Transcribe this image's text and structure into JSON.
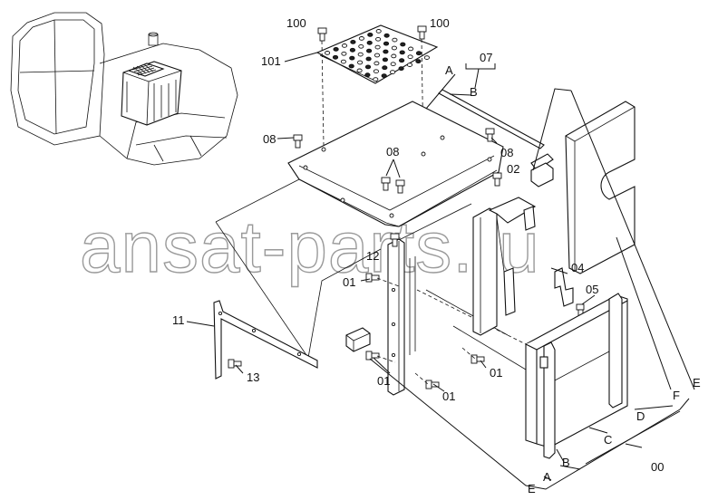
{
  "labels": {
    "c100a": "100",
    "c100b": "100",
    "c101": "101",
    "cA_top": "A",
    "c07": "07",
    "cB_top": "B",
    "c08_left": "08",
    "c08_mid": "08",
    "c08_right": "08",
    "c02": "02",
    "c12": "12",
    "c01_a": "01",
    "c04": "04",
    "c05": "05",
    "c11": "11",
    "c13": "13",
    "c01_b": "01",
    "c01_c": "01",
    "c01_d": "01",
    "cF": "F",
    "cE_right": "E",
    "cD": "D",
    "cC": "C",
    "c00": "00",
    "cB_bot": "B",
    "cA_bot": "A",
    "cE_bot": "E"
  },
  "watermark": "ansat-parts.ru"
}
